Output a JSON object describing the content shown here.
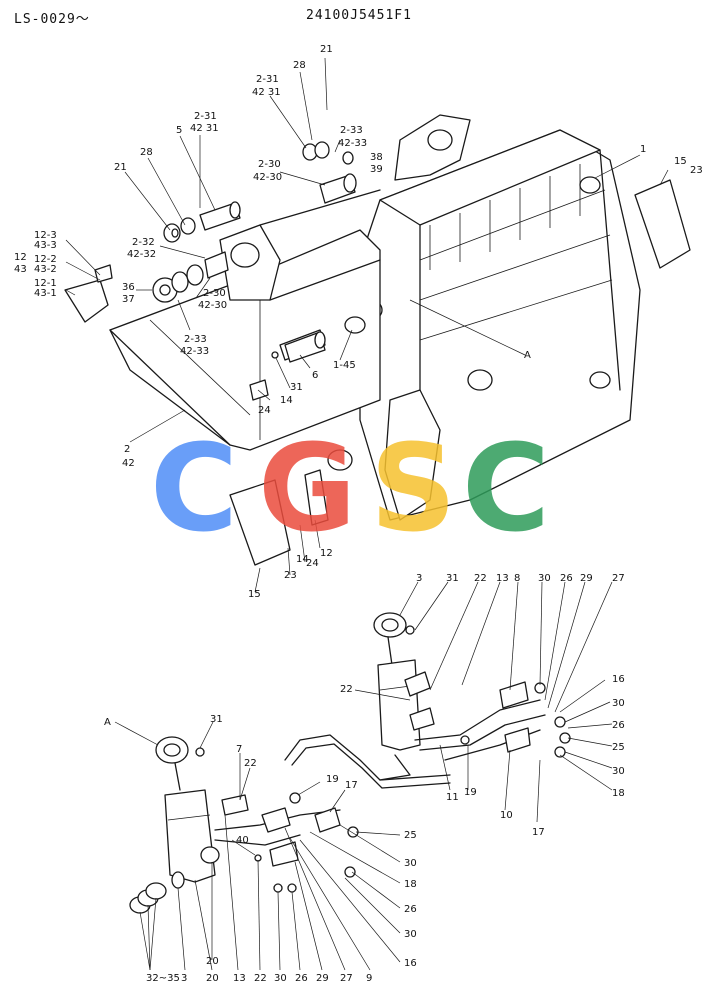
{
  "header": {
    "model_range": "LS-0029～",
    "drawing_number": "24100J5451F1"
  },
  "watermark": {
    "letters": [
      "C",
      "G",
      "S",
      "C"
    ],
    "colors": [
      "#4f8ef7",
      "#ea4c3d",
      "#f6c12e",
      "#2e9c5a"
    ]
  },
  "callouts": {
    "upper": [
      {
        "id": "c_21a",
        "text": "21"
      },
      {
        "id": "c_28a",
        "text": "28"
      },
      {
        "id": "c_231a",
        "text": "2-31"
      },
      {
        "id": "c_4231a",
        "text": "42  31"
      },
      {
        "id": "c_233a",
        "text": "2-33"
      },
      {
        "id": "c_4233a",
        "text": "42-33"
      },
      {
        "id": "c_38",
        "text": "38"
      },
      {
        "id": "c_39",
        "text": "39"
      },
      {
        "id": "c_230a",
        "text": "2-30"
      },
      {
        "id": "c_4230a",
        "text": "42-30"
      },
      {
        "id": "c_1",
        "text": "1"
      },
      {
        "id": "c_15a",
        "text": "15"
      },
      {
        "id": "c_23a",
        "text": "23"
      },
      {
        "id": "c_231b",
        "text": "2-31"
      },
      {
        "id": "c_4231b",
        "text": "42  31"
      },
      {
        "id": "c_5",
        "text": "5"
      },
      {
        "id": "c_28b",
        "text": "28"
      },
      {
        "id": "c_21b",
        "text": "21"
      },
      {
        "id": "c_123",
        "text": "12-3"
      },
      {
        "id": "c_433",
        "text": "43-3"
      },
      {
        "id": "c_12",
        "text": "12"
      },
      {
        "id": "c_43",
        "text": "43"
      },
      {
        "id": "c_122",
        "text": "12-2"
      },
      {
        "id": "c_432",
        "text": "43-2"
      },
      {
        "id": "c_121",
        "text": "12-1"
      },
      {
        "id": "c_431",
        "text": "43-1"
      },
      {
        "id": "c_232",
        "text": "2-32"
      },
      {
        "id": "c_4232",
        "text": "42-32"
      },
      {
        "id": "c_36",
        "text": "36"
      },
      {
        "id": "c_37",
        "text": "37"
      },
      {
        "id": "c_230b",
        "text": "2-30"
      },
      {
        "id": "c_4230b",
        "text": "42-30"
      },
      {
        "id": "c_233b",
        "text": "2-33"
      },
      {
        "id": "c_4233b",
        "text": "42-33"
      },
      {
        "id": "c_A1",
        "text": "A"
      },
      {
        "id": "c_145",
        "text": "1-45"
      },
      {
        "id": "c_6",
        "text": "6"
      },
      {
        "id": "c_31a",
        "text": "31"
      },
      {
        "id": "c_14a",
        "text": "14"
      },
      {
        "id": "c_24a",
        "text": "24"
      },
      {
        "id": "c_2",
        "text": "2"
      },
      {
        "id": "c_42",
        "text": "42"
      },
      {
        "id": "c_12b",
        "text": "12"
      },
      {
        "id": "c_14b",
        "text": "14"
      },
      {
        "id": "c_24b",
        "text": "24"
      },
      {
        "id": "c_23b",
        "text": "23"
      },
      {
        "id": "c_15b",
        "text": "15"
      }
    ],
    "lower": [
      {
        "id": "d_3a",
        "text": "3"
      },
      {
        "id": "d_31a",
        "text": "31"
      },
      {
        "id": "d_22a",
        "text": "22"
      },
      {
        "id": "d_13a",
        "text": "13"
      },
      {
        "id": "d_8",
        "text": "8"
      },
      {
        "id": "d_30a",
        "text": "30"
      },
      {
        "id": "d_26a",
        "text": "26"
      },
      {
        "id": "d_29a",
        "text": "29"
      },
      {
        "id": "d_27a",
        "text": "27"
      },
      {
        "id": "d_22b",
        "text": "22"
      },
      {
        "id": "d_16a",
        "text": "16"
      },
      {
        "id": "d_30b",
        "text": "30"
      },
      {
        "id": "d_26b",
        "text": "26"
      },
      {
        "id": "d_25a",
        "text": "25"
      },
      {
        "id": "d_30c",
        "text": "30"
      },
      {
        "id": "d_18a",
        "text": "18"
      },
      {
        "id": "d_11",
        "text": "11"
      },
      {
        "id": "d_19a",
        "text": "19"
      },
      {
        "id": "d_10",
        "text": "10"
      },
      {
        "id": "d_17a",
        "text": "17"
      },
      {
        "id": "d_A2",
        "text": "A"
      },
      {
        "id": "d_31b",
        "text": "31"
      },
      {
        "id": "d_7",
        "text": "7"
      },
      {
        "id": "d_22c",
        "text": "22"
      },
      {
        "id": "d_19b",
        "text": "19"
      },
      {
        "id": "d_17b",
        "text": "17"
      },
      {
        "id": "d_25b",
        "text": "25"
      },
      {
        "id": "d_40",
        "text": "40"
      },
      {
        "id": "d_30d",
        "text": "30"
      },
      {
        "id": "d_18b",
        "text": "18"
      },
      {
        "id": "d_26c",
        "text": "26"
      },
      {
        "id": "d_30e",
        "text": "30"
      },
      {
        "id": "d_16b",
        "text": "16"
      },
      {
        "id": "d_3235",
        "text": "32~35"
      },
      {
        "id": "d_3b",
        "text": "3"
      },
      {
        "id": "d_20a",
        "text": "20"
      },
      {
        "id": "d_20b",
        "text": "20"
      },
      {
        "id": "d_13b",
        "text": "13"
      },
      {
        "id": "d_22d",
        "text": "22"
      },
      {
        "id": "d_30f",
        "text": "30"
      },
      {
        "id": "d_26d",
        "text": "26"
      },
      {
        "id": "d_29b",
        "text": "29"
      },
      {
        "id": "d_27b",
        "text": "27"
      },
      {
        "id": "d_9",
        "text": "9"
      }
    ]
  }
}
